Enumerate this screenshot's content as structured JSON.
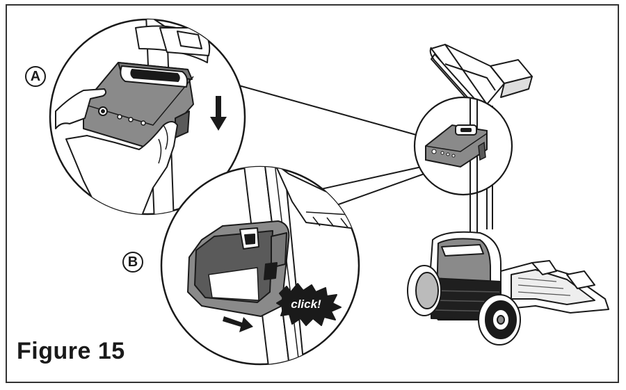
{
  "figure": {
    "title": "Figure 15"
  },
  "steps": {
    "a_label": "A",
    "b_label": "B"
  },
  "callout": {
    "click_text": "click!"
  },
  "colors": {
    "outline": "#1a1a1a",
    "gray_body": "#8a8a8a",
    "dark_gray": "#5a5a5a",
    "light_gray": "#cfcfcf"
  }
}
